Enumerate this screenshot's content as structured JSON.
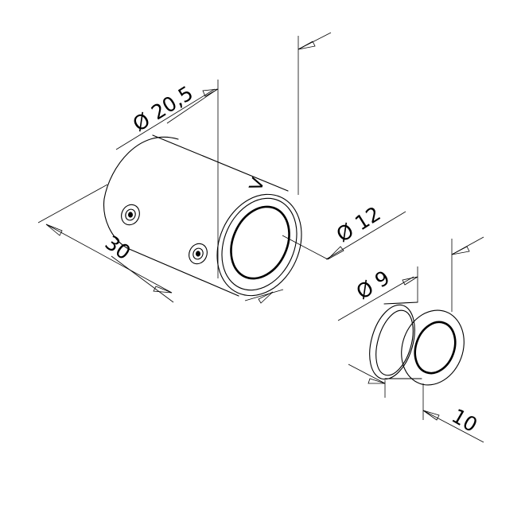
{
  "drawing": {
    "dim_diameter_body": "Ø 20,5",
    "dim_length_body": "30",
    "dim_diameter_bore": "Ø 12",
    "dim_diameter_plug": "Ø 9",
    "dim_length_plug": "10",
    "body_mark": "V"
  },
  "colors": {
    "line": "#000000",
    "background": "#ffffff",
    "face": "#ffffff"
  }
}
